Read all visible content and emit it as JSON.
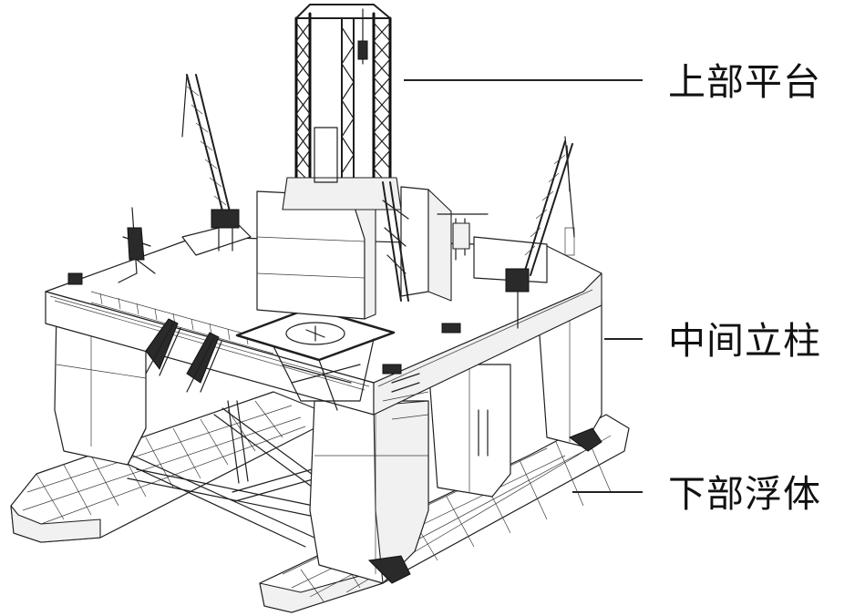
{
  "labels": {
    "upper_platform": "上部平台",
    "middle_columns": "中间立柱",
    "lower_pontoons": "下部浮体"
  }
}
